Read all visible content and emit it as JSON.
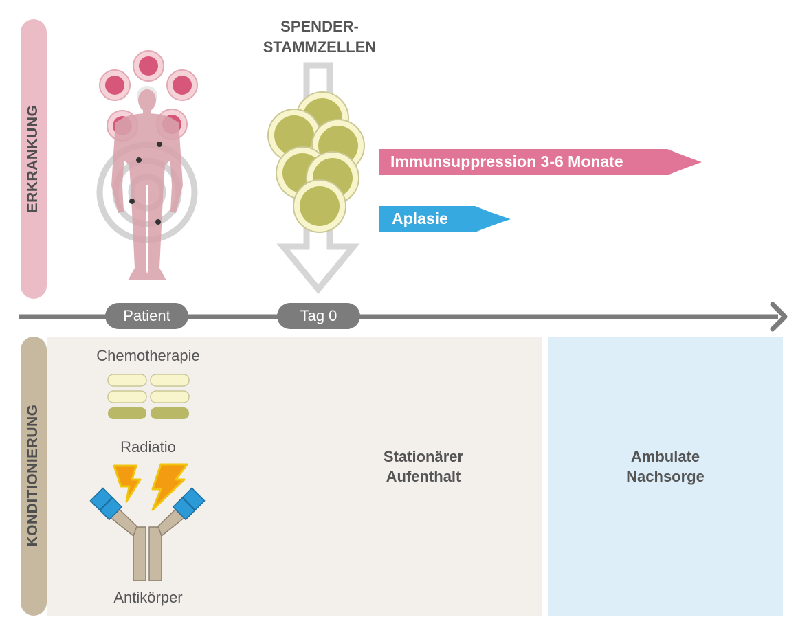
{
  "sections": {
    "top_label": "ERKRANKUNG",
    "bottom_label": "KONDITIONIERUNG"
  },
  "header": {
    "donor_line1": "SPENDER-",
    "donor_line2": "STAMMZELLEN"
  },
  "bars": {
    "immunosuppression": "Immunsuppression 3-6 Monate",
    "aplasia": "Aplasie"
  },
  "timeline": {
    "patient": "Patient",
    "day0": "Tag 0"
  },
  "conditioning": {
    "chemo": "Chemotherapie",
    "radiation": "Radiatio",
    "antibody": "Antikörper"
  },
  "panels": {
    "inpatient_line1": "Stationärer",
    "inpatient_line2": "Aufenthalt",
    "outpatient_line1": "Ambulate",
    "outpatient_line2": "Nachsorge"
  },
  "colors": {
    "top_bar": "#ecbcc6",
    "bottom_bar": "#c7b9a0",
    "immuno": "#e07597",
    "aplasia": "#36a9e1",
    "inpatient_bg": "#f3f0ec",
    "outpatient_bg": "#ddeef9",
    "timeline": "#7c7c7c"
  }
}
